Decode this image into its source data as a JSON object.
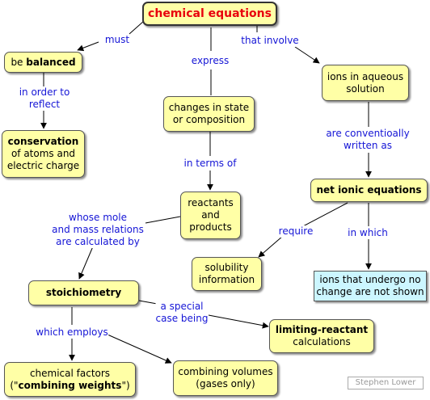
{
  "nodes": {
    "chemical_equations": "chemical equations",
    "balanced_pre": "be ",
    "balanced_bold": "balanced",
    "conservation_bold": "conservation",
    "conservation_l2": "of atoms and",
    "conservation_l3": "electric charge",
    "changes_l1": "changes in state",
    "changes_l2": "or composition",
    "ions_l1": "ions in aqueous",
    "ions_l2": "solution",
    "net_ionic": "net ionic equations",
    "reactants_l1": "reactants",
    "reactants_l2": "and",
    "reactants_l3": "products",
    "solubility_l1": "solubility",
    "solubility_l2": "information",
    "ions_no_change_l1": "ions that undergo no",
    "ions_no_change_l2": "change are not shown",
    "stoichiometry": "stoichiometry",
    "limiting_bold": "limiting-reactant",
    "limiting_l2": "calculations",
    "factors_l1": "chemical factors",
    "factors_pre": "(\"",
    "factors_bold": "combining weights",
    "factors_post": "\")",
    "volumes_l1": "combining volumes",
    "volumes_l2": "(gases only)"
  },
  "links": {
    "must": "must",
    "express": "express",
    "that_involve": "that involve",
    "in_order_to_l1": "in order to",
    "in_order_to_l2": "reflect",
    "in_terms_of": "in terms of",
    "conventionally_l1": "are conventioally",
    "conventionally_l2": "written as",
    "whose_mole_l1": "whose mole",
    "whose_mole_l2": "and mass relations",
    "whose_mole_l3": "are calculated by",
    "require": "require",
    "in_which": "in which",
    "special_case_l1": "a special",
    "special_case_l2": "case being",
    "which_employs": "which employs"
  },
  "credit": "Stephen Lower",
  "colors": {
    "concept": "#ffffa6",
    "title_text": "#e8000d",
    "link_text": "#1515d6",
    "highlight": "#ccf6ff"
  }
}
